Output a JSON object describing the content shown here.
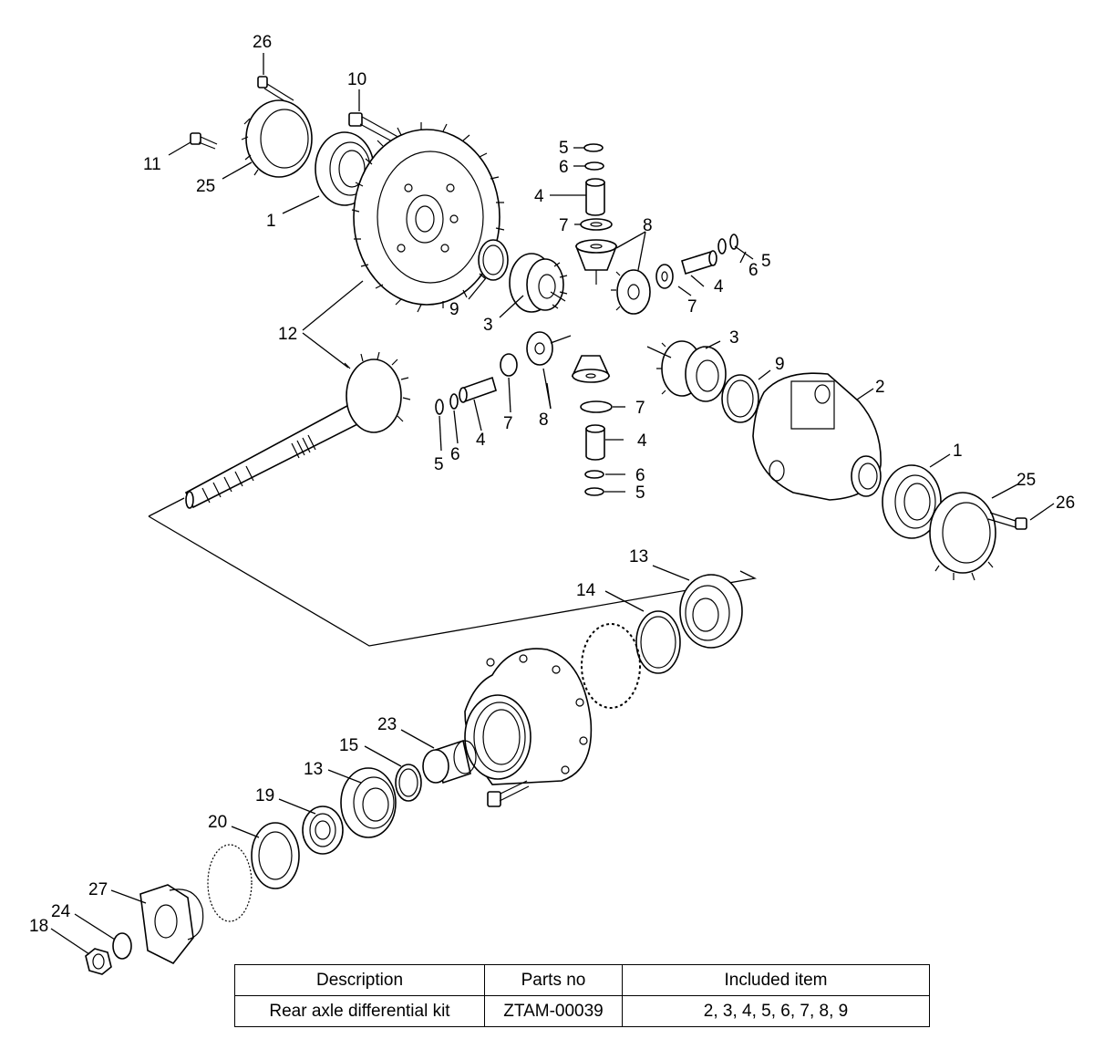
{
  "callouts": {
    "c1a": "1",
    "c1b": "1",
    "c2": "2",
    "c3a": "3",
    "c3b": "3",
    "c4a": "4",
    "c4b": "4",
    "c4c": "4",
    "c4d": "4",
    "c5a": "5",
    "c5b": "5",
    "c5c": "5",
    "c5d": "5",
    "c6a": "6",
    "c6b": "6",
    "c6c": "6",
    "c6d": "6",
    "c7a": "7",
    "c7b": "7",
    "c7c": "7",
    "c7d": "7",
    "c8a": "8",
    "c8b": "8",
    "c9a": "9",
    "c9b": "9",
    "c10": "10",
    "c11": "11",
    "c12": "12",
    "c13a": "13",
    "c13b": "13",
    "c14": "14",
    "c15": "15",
    "c18": "18",
    "c19": "19",
    "c20": "20",
    "c23": "23",
    "c24": "24",
    "c25a": "25",
    "c25b": "25",
    "c26a": "26",
    "c26b": "26",
    "c27": "27"
  },
  "table": {
    "headers": [
      "Description",
      "Parts no",
      "Included item"
    ],
    "row": [
      "Rear axle differential kit",
      "ZTAM-00039",
      "2, 3, 4, 5, 6, 7, 8, 9"
    ]
  }
}
